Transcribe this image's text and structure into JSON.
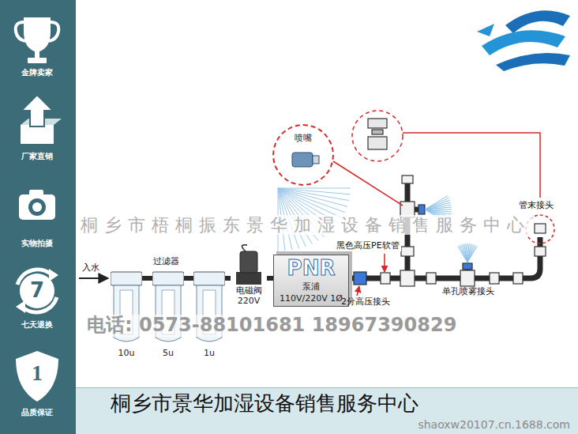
{
  "diagram": {
    "nodes": [
      {
        "text": [
          "10u"
        ]
      },
      {
        "text": [
          "5u"
        ]
      },
      {
        "text": [
          "1u"
        ]
      },
      {
        "text": [
          "电磁阀 220V"
        ]
      },
      {
        "text": [
          "PNR",
          "泵浦",
          "110V/220V 1Ø"
        ]
      },
      {
        "text": [
          "喷嘴"
        ]
      },
      {
        "text": [
          "桐乡市景华加湿设备销售服务中心",
          "shaoxw20107.cn.1688.com"
        ]
      }
    ],
    "edges": [
      {
        "from": 0,
        "to": 1,
        "arrow": "none"
      },
      {
        "from": 1,
        "to": 2,
        "arrow": "none"
      },
      {
        "from": 2,
        "to": 3,
        "arrow": "none"
      },
      {
        "from": 3,
        "to": 4,
        "arrow": "none"
      }
    ],
    "labels": [
      "入水",
      "过滤器",
      "黑色高压PE软管",
      "2分高压接头",
      "单孔喷雾接头",
      "管末接头",
      "桐乡市梧桐振东景华加湿设备销售服务中心",
      "电话: 0573-88101681 18967390829",
      "金牌卖家",
      "厂家直销",
      "实物拍摄",
      "七天退换",
      "品质保证",
      "7",
      "1"
    ]
  }
}
